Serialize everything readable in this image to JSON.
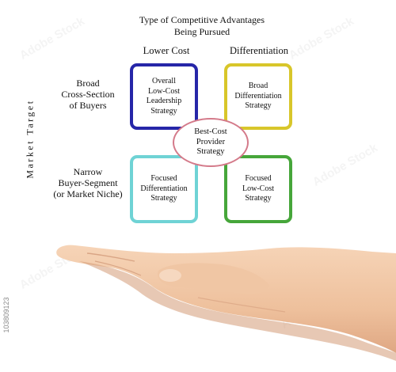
{
  "header": {
    "title": "Type of Competitive Advantages\nBeing   Pursued"
  },
  "columns": {
    "lower_cost": "Lower Cost",
    "differentiation": "Differentiation"
  },
  "axis": {
    "market_target": "Market Target"
  },
  "rows": {
    "broad": "Broad\nCross-Section\nof Buyers",
    "narrow": "Narrow\nBuyer-Segment\n(or Market Niche)"
  },
  "boxes": {
    "top_left": "Overall\nLow-Cost\nLeadership\nStrategy",
    "top_right": "Broad\nDifferentiation\nStrategy",
    "bottom_left": "Focused\nDifferentiation\nStrategy",
    "bottom_right": "Focused\nLow-Cost\nStrategy",
    "center": "Best-Cost\nProvider\nStrategy"
  },
  "colors": {
    "top_left": "#2626a8",
    "top_right": "#d8c62a",
    "bottom_left": "#6fd3d5",
    "bottom_right": "#46a63a",
    "center": "#d47a8a",
    "hand_skin": "#f1c8a6"
  },
  "stock_id": "103809123",
  "watermark": "Adobe Stock"
}
